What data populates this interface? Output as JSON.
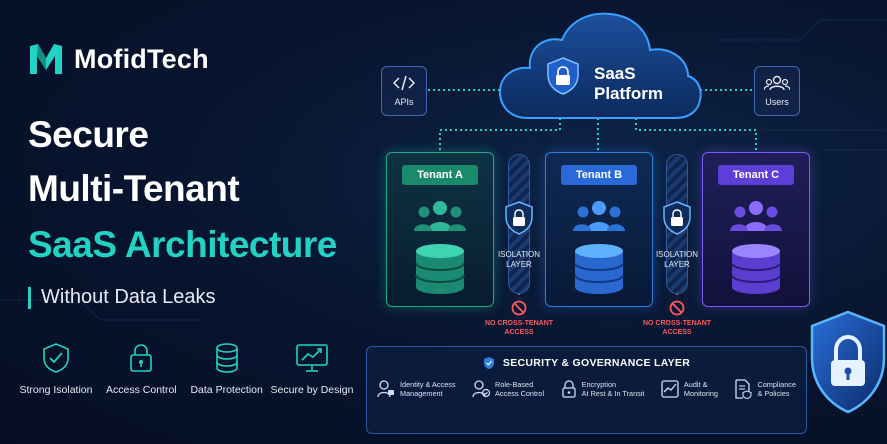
{
  "brand": {
    "name": "MofidTech"
  },
  "headline": {
    "line1": "Secure",
    "line2": "Multi-Tenant",
    "line3": "SaaS Architecture",
    "tagline": "Without Data Leaks"
  },
  "features": [
    {
      "icon": "shield-check-icon",
      "label": "Strong Isolation"
    },
    {
      "icon": "padlock-icon",
      "label": "Access Control"
    },
    {
      "icon": "database-icon",
      "label": "Data Protection"
    },
    {
      "icon": "chart-monitor-icon",
      "label": "Secure by Design"
    }
  ],
  "diagram": {
    "platform": {
      "line1": "SaaS",
      "line2": "Platform"
    },
    "apis": {
      "label": "APIs",
      "icon": "code-icon"
    },
    "users": {
      "label": "Users",
      "icon": "users-icon"
    },
    "tenants": [
      {
        "title": "Tenant A",
        "color": "#1a8a6a"
      },
      {
        "title": "Tenant B",
        "color": "#2a6ad8"
      },
      {
        "title": "Tenant C",
        "color": "#5b3fd6"
      }
    ],
    "isolation": {
      "line1": "ISOLATION",
      "line2": "LAYER"
    },
    "no_cross": {
      "line1": "NO CROSS-TENANT",
      "line2": "ACCESS"
    },
    "security": {
      "title": "SECURITY & GOVERNANCE LAYER",
      "items": [
        {
          "icon": "identity-icon",
          "line1": "Identity & Access",
          "line2": "Management"
        },
        {
          "icon": "role-icon",
          "line1": "Role-Based",
          "line2": "Access Control"
        },
        {
          "icon": "encryption-icon",
          "line1": "Encryption",
          "line2": "At Rest & In Transit"
        },
        {
          "icon": "audit-icon",
          "line1": "Audit &",
          "line2": "Monitoring"
        },
        {
          "icon": "compliance-icon",
          "line1": "Compliance",
          "line2": "& Policies"
        }
      ]
    }
  },
  "colors": {
    "accent": "#22d3c5",
    "blue": "#2d7fe0",
    "danger": "#ff5a5a"
  }
}
